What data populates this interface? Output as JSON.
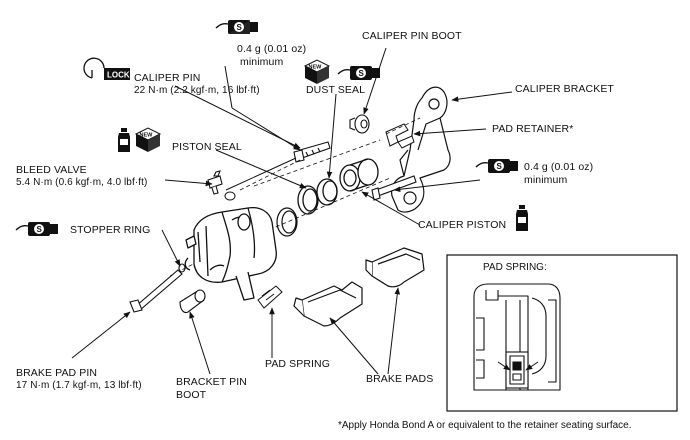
{
  "labels": {
    "caliper_pin_boot": "CALIPER PIN BOOT",
    "caliper_bracket": "CALIPER BRACKET",
    "pad_retainer": "PAD RETAINER*",
    "caliper_pin": {
      "name": "CALIPER PIN",
      "spec": "22 N·m (2.2 kgf·m, 16 lbf·ft)"
    },
    "dust_seal": "DUST SEAL",
    "piston_seal": "PISTON SEAL",
    "bleed_valve": {
      "name": "BLEED VALVE",
      "spec": "5.4 N·m (0.6 kgf·m, 4.0 lbf·ft)"
    },
    "stopper_ring": "STOPPER RING",
    "caliper_piston": "CALIPER PISTON",
    "pad_spring": "PAD SPRING",
    "brake_pads": "BRAKE PADS",
    "brake_pad_pin": {
      "name": "BRAKE PAD PIN",
      "spec": "17 N·m (1.7 kgf·m, 13 lbf·ft)"
    },
    "bracket_pin_boot": {
      "line1": "BRACKET PIN",
      "line2": "BOOT"
    },
    "grease_top": {
      "amount": "0.4 g (0.01 oz)",
      "qualifier": "minimum"
    },
    "grease_right": {
      "amount": "0.4 g (0.01 oz)",
      "qualifier": "minimum"
    }
  },
  "inset": {
    "title": "PAD SPRING:"
  },
  "footnote": "*Apply Honda Bond A or equivalent to the retainer seating surface.",
  "symbols": {
    "lock_text": "LOCK",
    "new_text": "NEW",
    "grease_mark": "S"
  },
  "colors": {
    "line": "#111111",
    "background": "#ffffff"
  }
}
